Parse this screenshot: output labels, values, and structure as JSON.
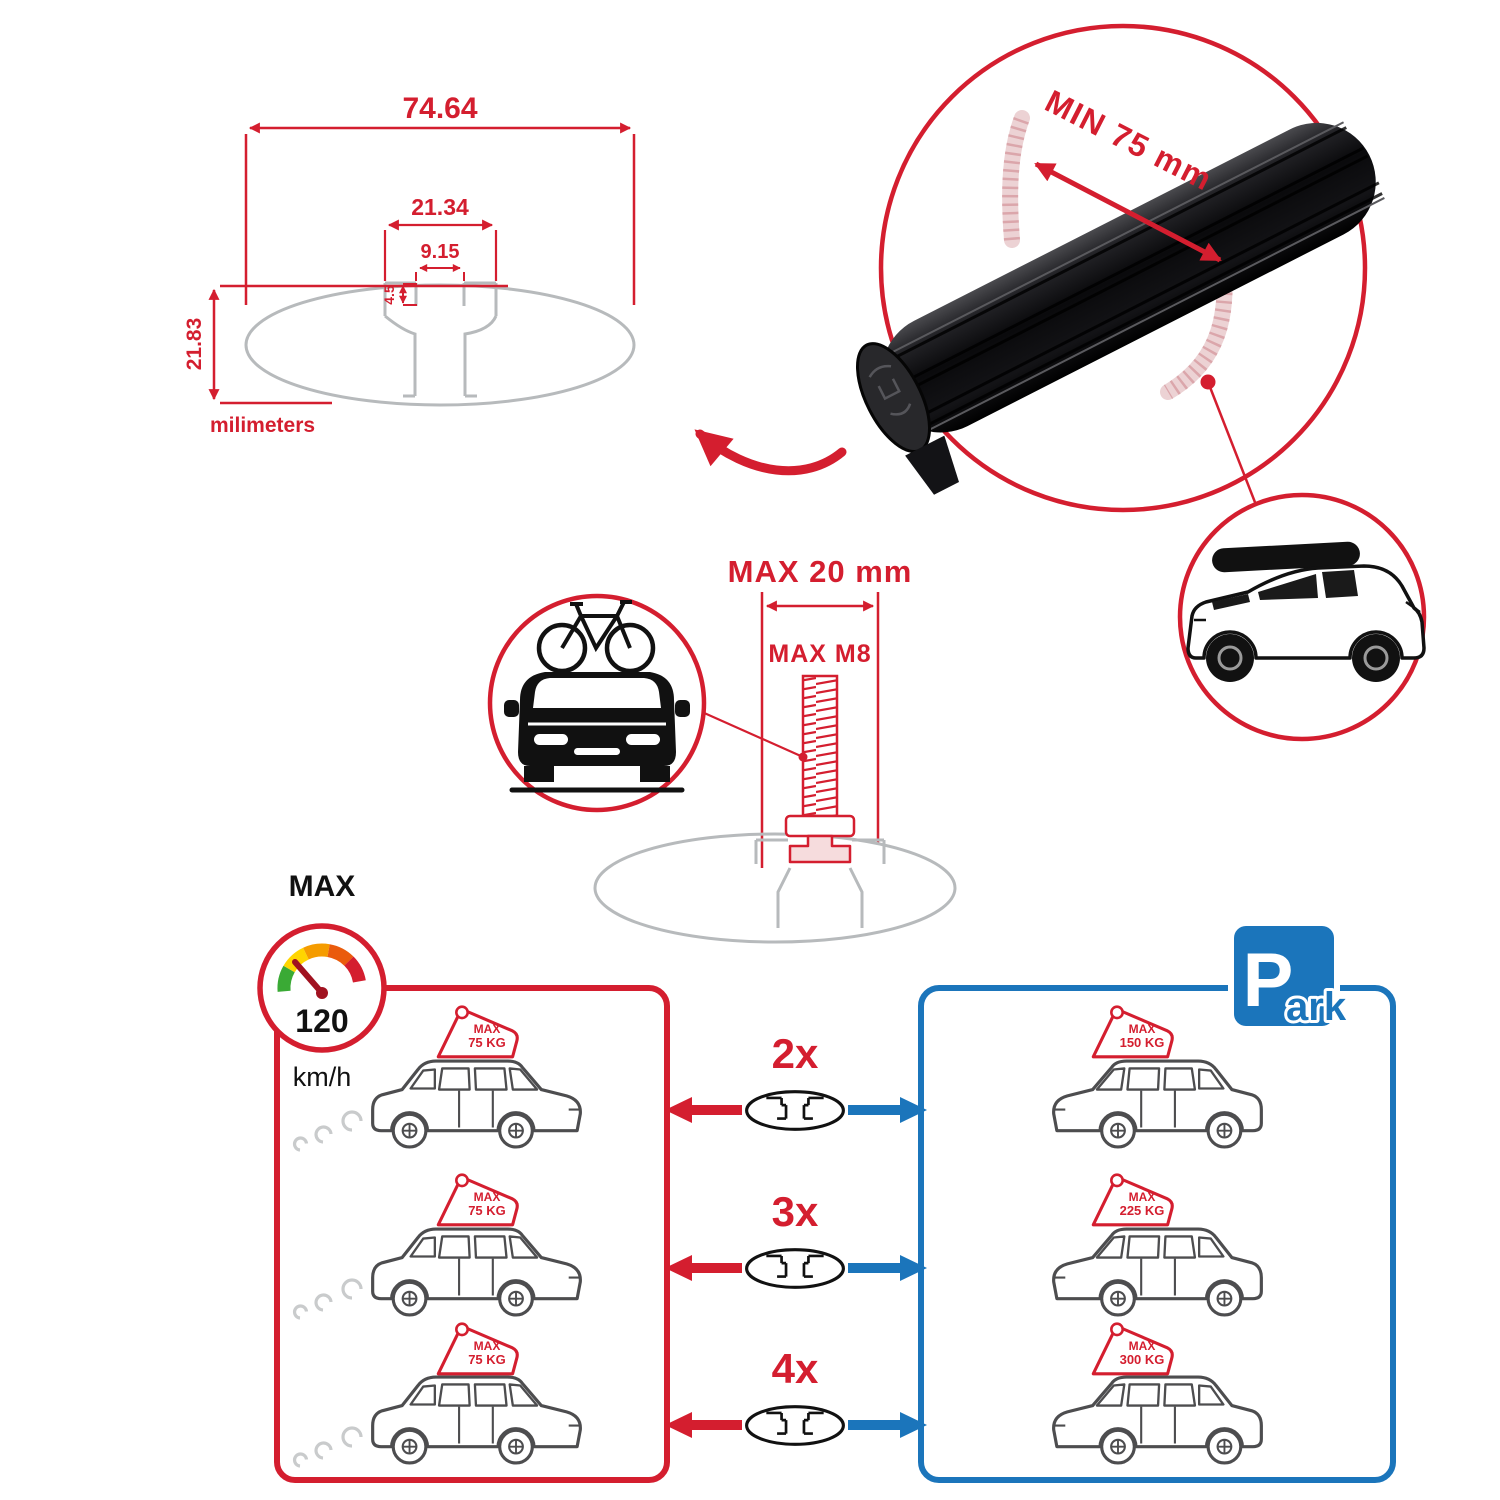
{
  "colors": {
    "red": "#d41e2f",
    "blue": "#1b75bb",
    "black": "#111111",
    "ghost_gray": "#b7babc",
    "ghost_pink": "#e8c7ca"
  },
  "crossbar_dimensions": {
    "total_width": "74.64",
    "channel_width": "21.34",
    "slot_width": "9.15",
    "slot_depth": "4.5",
    "total_height": "21.83",
    "units_label": "milimeters"
  },
  "bar_callout": {
    "min_span": "MIN 75 mm"
  },
  "bolt_callout": {
    "max_width": "MAX 20 mm",
    "max_thread": "MAX M8"
  },
  "speed_limit": {
    "label": "MAX",
    "value": "120",
    "unit": "km/h"
  },
  "park_sign": {
    "letter": "P",
    "rest": "ark"
  },
  "load_table": {
    "rows": [
      {
        "count": "2x",
        "drive_label": "MAX",
        "drive_value": "75 KG",
        "park_label": "MAX",
        "park_value": "150 KG"
      },
      {
        "count": "3x",
        "drive_label": "MAX",
        "drive_value": "75 KG",
        "park_label": "MAX",
        "park_value": "225 KG"
      },
      {
        "count": "4x",
        "drive_label": "MAX",
        "drive_value": "75 KG",
        "park_label": "MAX",
        "park_value": "300 KG"
      }
    ]
  }
}
